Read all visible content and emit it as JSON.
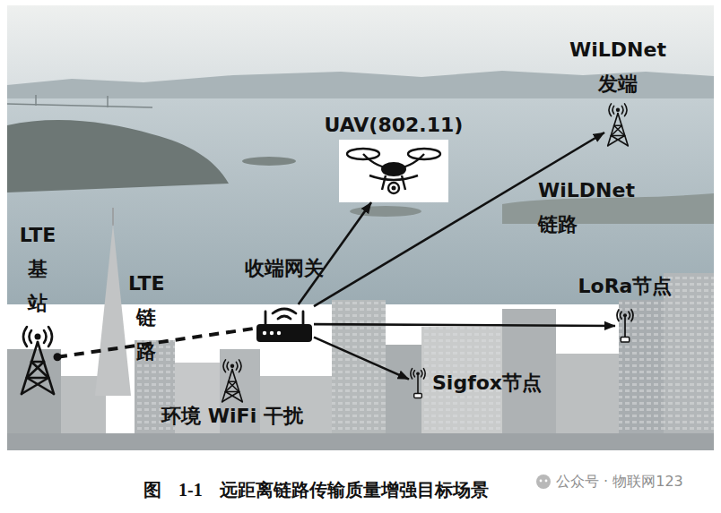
{
  "diagram": {
    "caption": "图 1-1 远距离链路传输质量增强目标场景",
    "nodes": [
      {
        "text": [
          "LTE 基站"
        ]
      },
      {
        "text": [
          "收端网关"
        ]
      },
      {
        "text": [
          "UAV(802.11)"
        ]
      },
      {
        "text": [
          "WiLDNet 发端"
        ]
      },
      {
        "text": [
          "LoRa节点"
        ]
      },
      {
        "text": [
          "Sigfox节点"
        ]
      },
      {
        "text": [
          "环境 WiFi 干扰"
        ]
      }
    ],
    "edges": [
      {
        "from": 0,
        "to": 1,
        "arrow": "none",
        "label": "LTE 链路"
      },
      {
        "from": 1,
        "to": 2,
        "arrow": "to"
      },
      {
        "from": 1,
        "to": 3,
        "arrow": "to",
        "label": "WiLDNet 链路"
      },
      {
        "from": 1,
        "to": 4,
        "arrow": "to"
      },
      {
        "from": 1,
        "to": 5,
        "arrow": "to"
      }
    ],
    "labels": [
      "公众号 · 物联网123"
    ]
  }
}
